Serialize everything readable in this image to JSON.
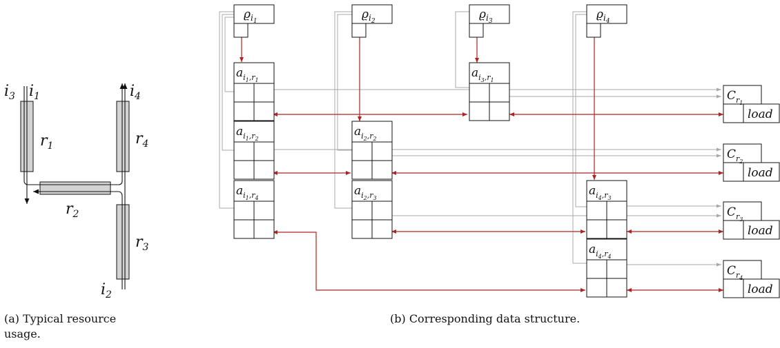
{
  "panel_a": {
    "caption_lines": [
      "(a)  Typical resource",
      "usage."
    ],
    "resources": [
      {
        "var": "r",
        "sub": "1"
      },
      {
        "var": "r",
        "sub": "2"
      },
      {
        "var": "r",
        "sub": "3"
      },
      {
        "var": "r",
        "sub": "4"
      }
    ],
    "flows": [
      {
        "var": "i",
        "sub": "1"
      },
      {
        "var": "i",
        "sub": "2"
      },
      {
        "var": "i",
        "sub": "3"
      },
      {
        "var": "i",
        "sub": "4"
      }
    ]
  },
  "panel_b": {
    "caption": "(b)  Corresponding data structure.",
    "rho_nodes": [
      {
        "sym": "ϱ",
        "sub": "i",
        "subsub": "1"
      },
      {
        "sym": "ϱ",
        "sub": "i",
        "subsub": "2"
      },
      {
        "sym": "ϱ",
        "sub": "i",
        "subsub": "3"
      },
      {
        "sym": "ϱ",
        "sub": "i",
        "subsub": "4"
      }
    ],
    "a_nodes": [
      {
        "sub1": "1",
        "sub2": "1"
      },
      {
        "sub1": "1",
        "sub2": "2"
      },
      {
        "sub1": "1",
        "sub2": "4"
      },
      {
        "sub1": "2",
        "sub2": "2"
      },
      {
        "sub1": "2",
        "sub2": "3"
      },
      {
        "sub1": "3",
        "sub2": "1"
      },
      {
        "sub1": "4",
        "sub2": "3"
      },
      {
        "sub1": "4",
        "sub2": "4"
      }
    ],
    "c_nodes": [
      {
        "sym": "C",
        "sub": "r",
        "subsub": "1",
        "field": "load"
      },
      {
        "sym": "C",
        "sub": "r",
        "subsub": "2",
        "field": "load"
      },
      {
        "sym": "C",
        "sub": "r",
        "subsub": "3",
        "field": "load"
      },
      {
        "sym": "C",
        "sub": "r",
        "subsub": "4",
        "field": "load"
      }
    ]
  },
  "colors": {
    "link_red": "#b22222",
    "link_grey": "#a8a8a8",
    "resource_fill": "#d3d3d3",
    "ink": "#111111"
  }
}
